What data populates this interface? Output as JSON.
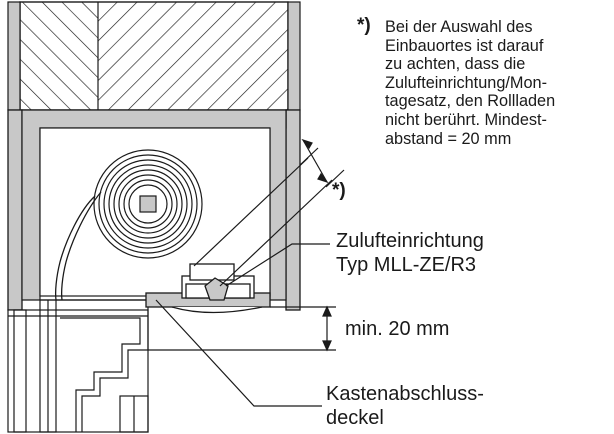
{
  "note": {
    "marker": "*)",
    "lines": [
      "Bei der Auswahl des",
      "Einbauortes ist darauf",
      "zu achten, dass die",
      "Zulufteinrichtung/Mon-",
      "tagesatz, den Rollladen",
      "nicht berührt. Mindest-",
      "abstand = 20 mm"
    ]
  },
  "distance_marker": "*)",
  "device_label": {
    "line1": "Zulufteinrichtung",
    "line2": "Typ MLL-ZE/R3"
  },
  "min_distance_label": "min. 20 mm",
  "cover_label": {
    "line1": "Kastenabschluss-",
    "line2": "deckel"
  },
  "colors": {
    "frame_fill": "#c8c8c8",
    "line": "#1a1a1a",
    "background": "#ffffff"
  }
}
